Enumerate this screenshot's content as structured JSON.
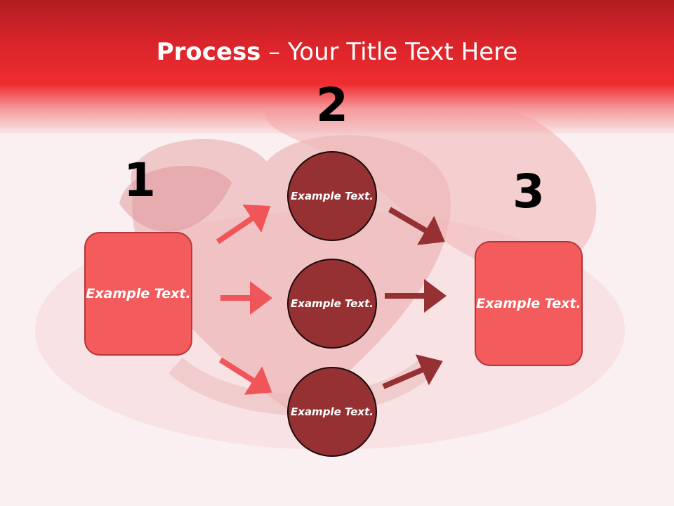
{
  "title": {
    "bold": "Process",
    "rest": " – Your Title Text Here"
  },
  "steps": {
    "one": "1",
    "two": "2",
    "three": "3"
  },
  "left_box": {
    "text": "Example Text."
  },
  "right_box": {
    "text": "Example Text."
  },
  "circles": [
    {
      "text": "Example Text."
    },
    {
      "text": "Example Text."
    },
    {
      "text": "Example Text."
    }
  ],
  "colors": {
    "header": "#e8262b",
    "box_fill": "#f35b5c",
    "circle_fill": "#953033",
    "arrow_light": "#f0555a",
    "arrow_dark": "#953033"
  }
}
